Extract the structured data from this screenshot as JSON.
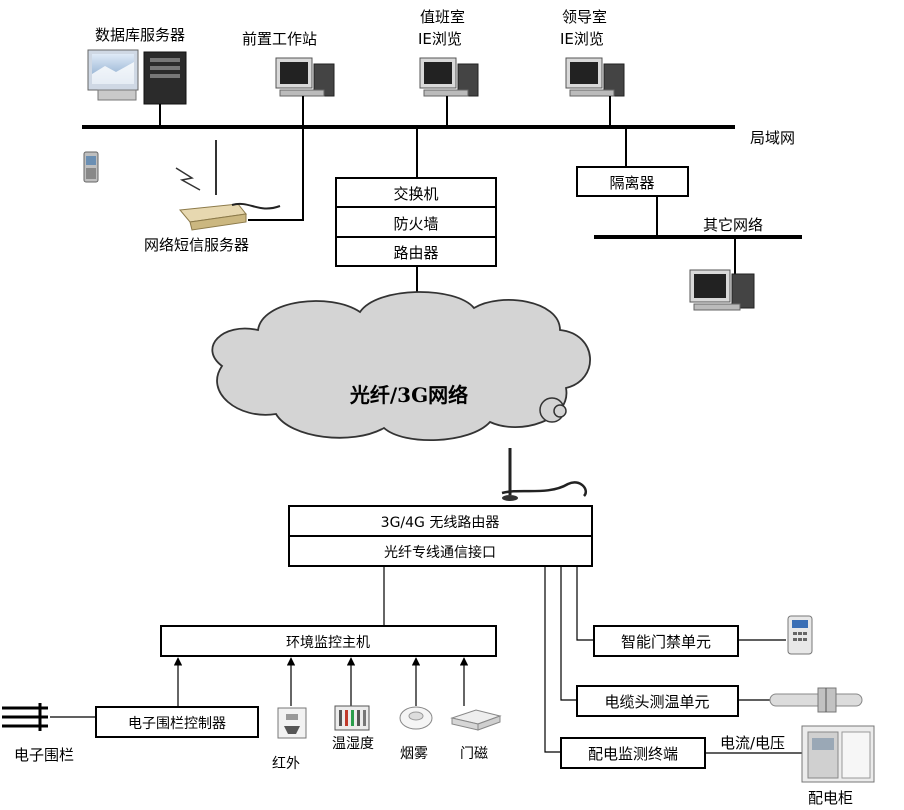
{
  "top_devices": {
    "db_server": "数据库服务器",
    "front_ws": "前置工作站",
    "duty_room": [
      "值班室",
      "IE浏览"
    ],
    "leader_room": [
      "领导室",
      "IE浏览"
    ]
  },
  "lan_label": "局域网",
  "network_stack": [
    "交换机",
    "防火墙",
    "路由器"
  ],
  "isolator": "隔离器",
  "other_network": "其它网络",
  "sms_server": "网络短信服务器",
  "cloud": "光纤/3G网络",
  "router_box": "3G/4G 无线路由器",
  "fiber_box": "光纤专线通信接口",
  "env_host": "环境监控主机",
  "fence_controller": "电子围栏控制器",
  "fence": "电子围栏",
  "sensors": [
    "红外",
    "温湿度",
    "烟雾",
    "门磁"
  ],
  "units": {
    "access": "智能门禁单元",
    "cable_temp": "电缆头测温单元",
    "dist_terminal": "配电监测终端"
  },
  "current_voltage": "电流/电压",
  "cabinet": "配电柜"
}
